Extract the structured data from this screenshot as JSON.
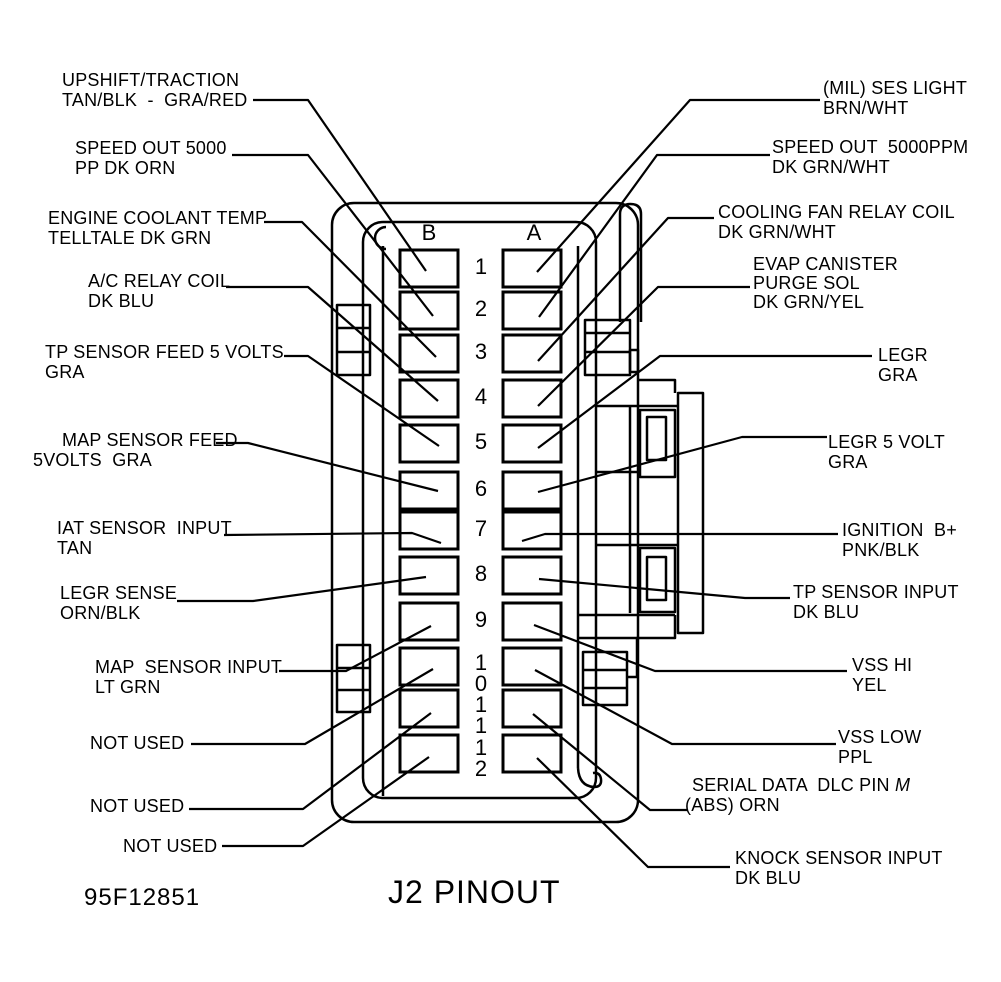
{
  "figure_number": "95F12851",
  "title": "J2 PINOUT",
  "connector": {
    "left_column_header": "B",
    "right_column_header": "A",
    "pin_labels": [
      [
        "1"
      ],
      [
        "2"
      ],
      [
        "3"
      ],
      [
        "4"
      ],
      [
        "5"
      ],
      [
        "6"
      ],
      [
        "7"
      ],
      [
        "8"
      ],
      [
        "9"
      ],
      [
        "1",
        "0"
      ],
      [
        "1",
        "1"
      ],
      [
        "1",
        "2"
      ]
    ]
  },
  "left_labels": [
    {
      "pin": "B1",
      "lines": [
        "UPSHIFT/TRACTION",
        "TAN/BLK  -  GRA/RED"
      ]
    },
    {
      "pin": "B2",
      "lines": [
        "SPEED OUT 5000",
        "PP DK ORN"
      ]
    },
    {
      "pin": "B3",
      "lines": [
        "ENGINE COOLANT TEMP",
        "TELLTALE DK GRN"
      ]
    },
    {
      "pin": "B4",
      "lines": [
        "A/C RELAY COIL",
        "DK BLU"
      ]
    },
    {
      "pin": "B5",
      "lines": [
        "TP SENSOR FEED 5 VOLTS",
        "GRA"
      ]
    },
    {
      "pin": "B6",
      "lines": [
        "MAP SENSOR FEED",
        "5VOLTS  GRA"
      ]
    },
    {
      "pin": "B7",
      "lines": [
        "IAT SENSOR  INPUT",
        "TAN"
      ]
    },
    {
      "pin": "B8",
      "lines": [
        "LEGR SENSE",
        "ORN/BLK"
      ]
    },
    {
      "pin": "B9",
      "lines": [
        "MAP  SENSOR INPUT",
        "LT GRN"
      ]
    },
    {
      "pin": "B10",
      "lines": [
        "NOT USED"
      ]
    },
    {
      "pin": "B11",
      "lines": [
        "NOT USED"
      ]
    },
    {
      "pin": "B12",
      "lines": [
        "NOT USED"
      ]
    }
  ],
  "right_labels": [
    {
      "pin": "A1",
      "lines": [
        "(MIL) SES LIGHT",
        "BRN/WHT"
      ]
    },
    {
      "pin": "A2",
      "lines": [
        "SPEED OUT  5000PPM",
        "DK GRN/WHT"
      ]
    },
    {
      "pin": "A3",
      "lines": [
        "COOLING FAN RELAY COIL",
        "DK GRN/WHT"
      ]
    },
    {
      "pin": "A4",
      "lines": [
        "EVAP CANISTER",
        "PURGE SOL",
        "DK GRN/YEL"
      ]
    },
    {
      "pin": "A5",
      "lines": [
        "LEGR",
        "GRA"
      ]
    },
    {
      "pin": "A6",
      "lines": [
        "LEGR 5 VOLT",
        "GRA"
      ]
    },
    {
      "pin": "A7",
      "lines": [
        "IGNITION  B+",
        "PNK/BLK"
      ]
    },
    {
      "pin": "A8",
      "lines": [
        "TP SENSOR INPUT",
        "DK BLU"
      ]
    },
    {
      "pin": "A9",
      "lines": [
        "VSS HI",
        "YEL"
      ]
    },
    {
      "pin": "A10",
      "lines": [
        "VSS LOW",
        "PPL"
      ]
    },
    {
      "pin": "A11",
      "lines": [
        "SERIAL DATA  DLC PIN",
        "(ABS) ORN"
      ],
      "m": "M"
    },
    {
      "pin": "A12",
      "lines": [
        "KNOCK SENSOR INPUT",
        "DK BLU"
      ]
    }
  ],
  "colors": {
    "line": "#000000",
    "background": "#ffffff"
  }
}
